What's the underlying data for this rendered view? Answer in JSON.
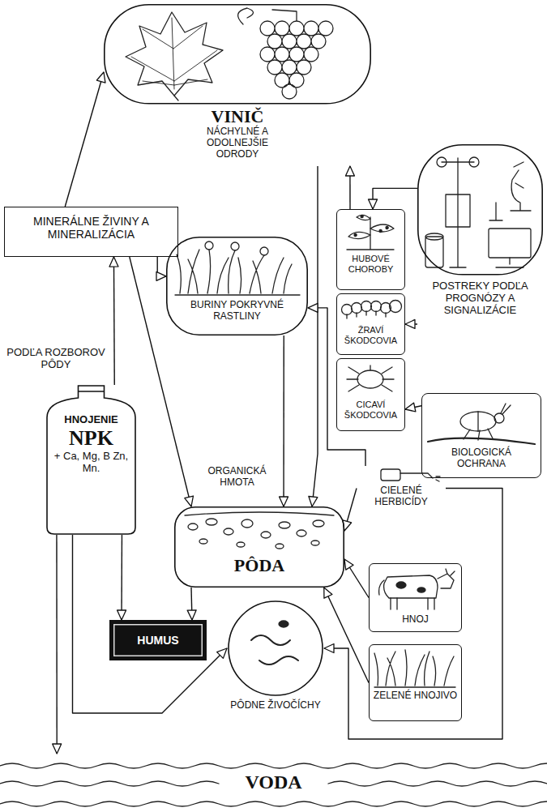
{
  "diagram": {
    "nodes": [
      {
        "text": [
          "VINIČ",
          "NÁCHYLNÉ A ODOLNEJŠIE ODRODY"
        ]
      },
      {
        "text": [
          "MINERÁLNE ŽIVINY A MINERALIZÁCIA"
        ]
      },
      {
        "text": [
          "BURINY POKRYVNÉ RASTLINY"
        ]
      },
      {
        "text": [
          "HUBOVÉ CHOROBY"
        ]
      },
      {
        "text": [
          "ŽRAVÍ ŠKODCOVIA"
        ]
      },
      {
        "text": [
          "CICAVÍ ŠKODCOVIA"
        ]
      },
      {
        "text": [
          "POSTREKY PODĽA PROGNÓZY A SIGNALIZÁCIE"
        ]
      },
      {
        "text": [
          "BIOLOGICKÁ OCHRANA"
        ]
      },
      {
        "text": [
          "HNOJENIE",
          "NPK",
          "+ Ca, Mg, B Zn, Mn."
        ]
      },
      {
        "text": [
          "PÔDA"
        ]
      },
      {
        "text": [
          "HUMUS"
        ]
      },
      {
        "text": [
          "PÔDNE ŽIVOČÍCHY"
        ]
      },
      {
        "text": [
          "HNOJ"
        ]
      },
      {
        "text": [
          "ZELENÉ HNOJIVO"
        ]
      },
      {
        "text": [
          "CIELENÉ HERBICÍDY"
        ]
      },
      {
        "text": [
          "VODA"
        ]
      }
    ],
    "edges": [
      {
        "from": 1,
        "to": 0,
        "arrow": "to"
      },
      {
        "from": 8,
        "to": 1,
        "arrow": "to",
        "label": "PODĽA ROZBOROV PÔDY"
      },
      {
        "from": 1,
        "to": 2,
        "arrow": "to"
      },
      {
        "from": 1,
        "to": 9,
        "arrow": "to"
      },
      {
        "from": 2,
        "to": 9,
        "arrow": "to"
      },
      {
        "from": 0,
        "to": 9,
        "arrow": "to"
      },
      {
        "from": 8,
        "to": 10,
        "arrow": "to"
      },
      {
        "from": 9,
        "to": 10,
        "arrow": "to"
      },
      {
        "from": 8,
        "to": 11,
        "arrow": "to"
      },
      {
        "from": 8,
        "to": 15,
        "arrow": "to"
      },
      {
        "from": 12,
        "to": 9,
        "arrow": "to"
      },
      {
        "from": 13,
        "to": 9,
        "arrow": "to"
      },
      {
        "from": 14,
        "to": 9,
        "arrow": "to"
      },
      {
        "from": 14,
        "to": 2,
        "arrow": "to"
      },
      {
        "from": 14,
        "to": 11,
        "arrow": "to"
      },
      {
        "from": 6,
        "to": 3,
        "arrow": "to"
      },
      {
        "from": 6,
        "to": 4,
        "arrow": "to"
      },
      {
        "from": 7,
        "to": 5,
        "arrow": "to"
      },
      {
        "from": 3,
        "to": 0,
        "arrow": "to"
      }
    ],
    "labels": [
      "ORGANICKÁ HMOTA"
    ]
  }
}
